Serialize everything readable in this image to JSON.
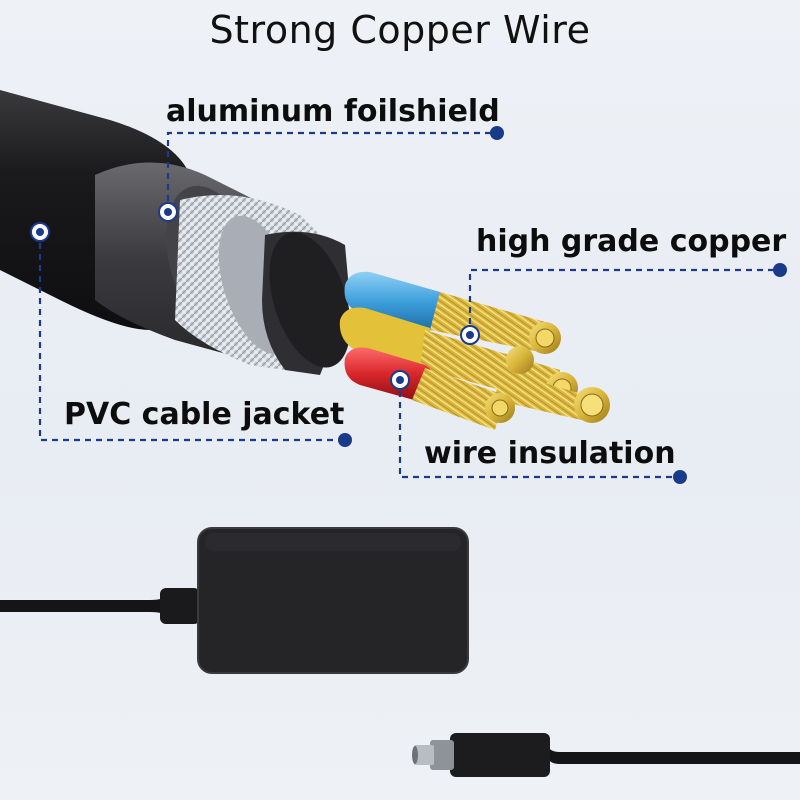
{
  "title": "Strong Copper Wire",
  "labels": {
    "foil_shield": "aluminum foilshield",
    "copper": "high grade copper",
    "jacket": "PVC cable jacket",
    "insulation": "wire insulation"
  },
  "colors": {
    "callout_line": "#1a3a8a",
    "callout_dot": "#1a3a8a",
    "jacket": "#1d1d1f",
    "copper": "#d8b43a",
    "blue_wire": "#4aa8e0",
    "red_wire": "#d8262a"
  }
}
